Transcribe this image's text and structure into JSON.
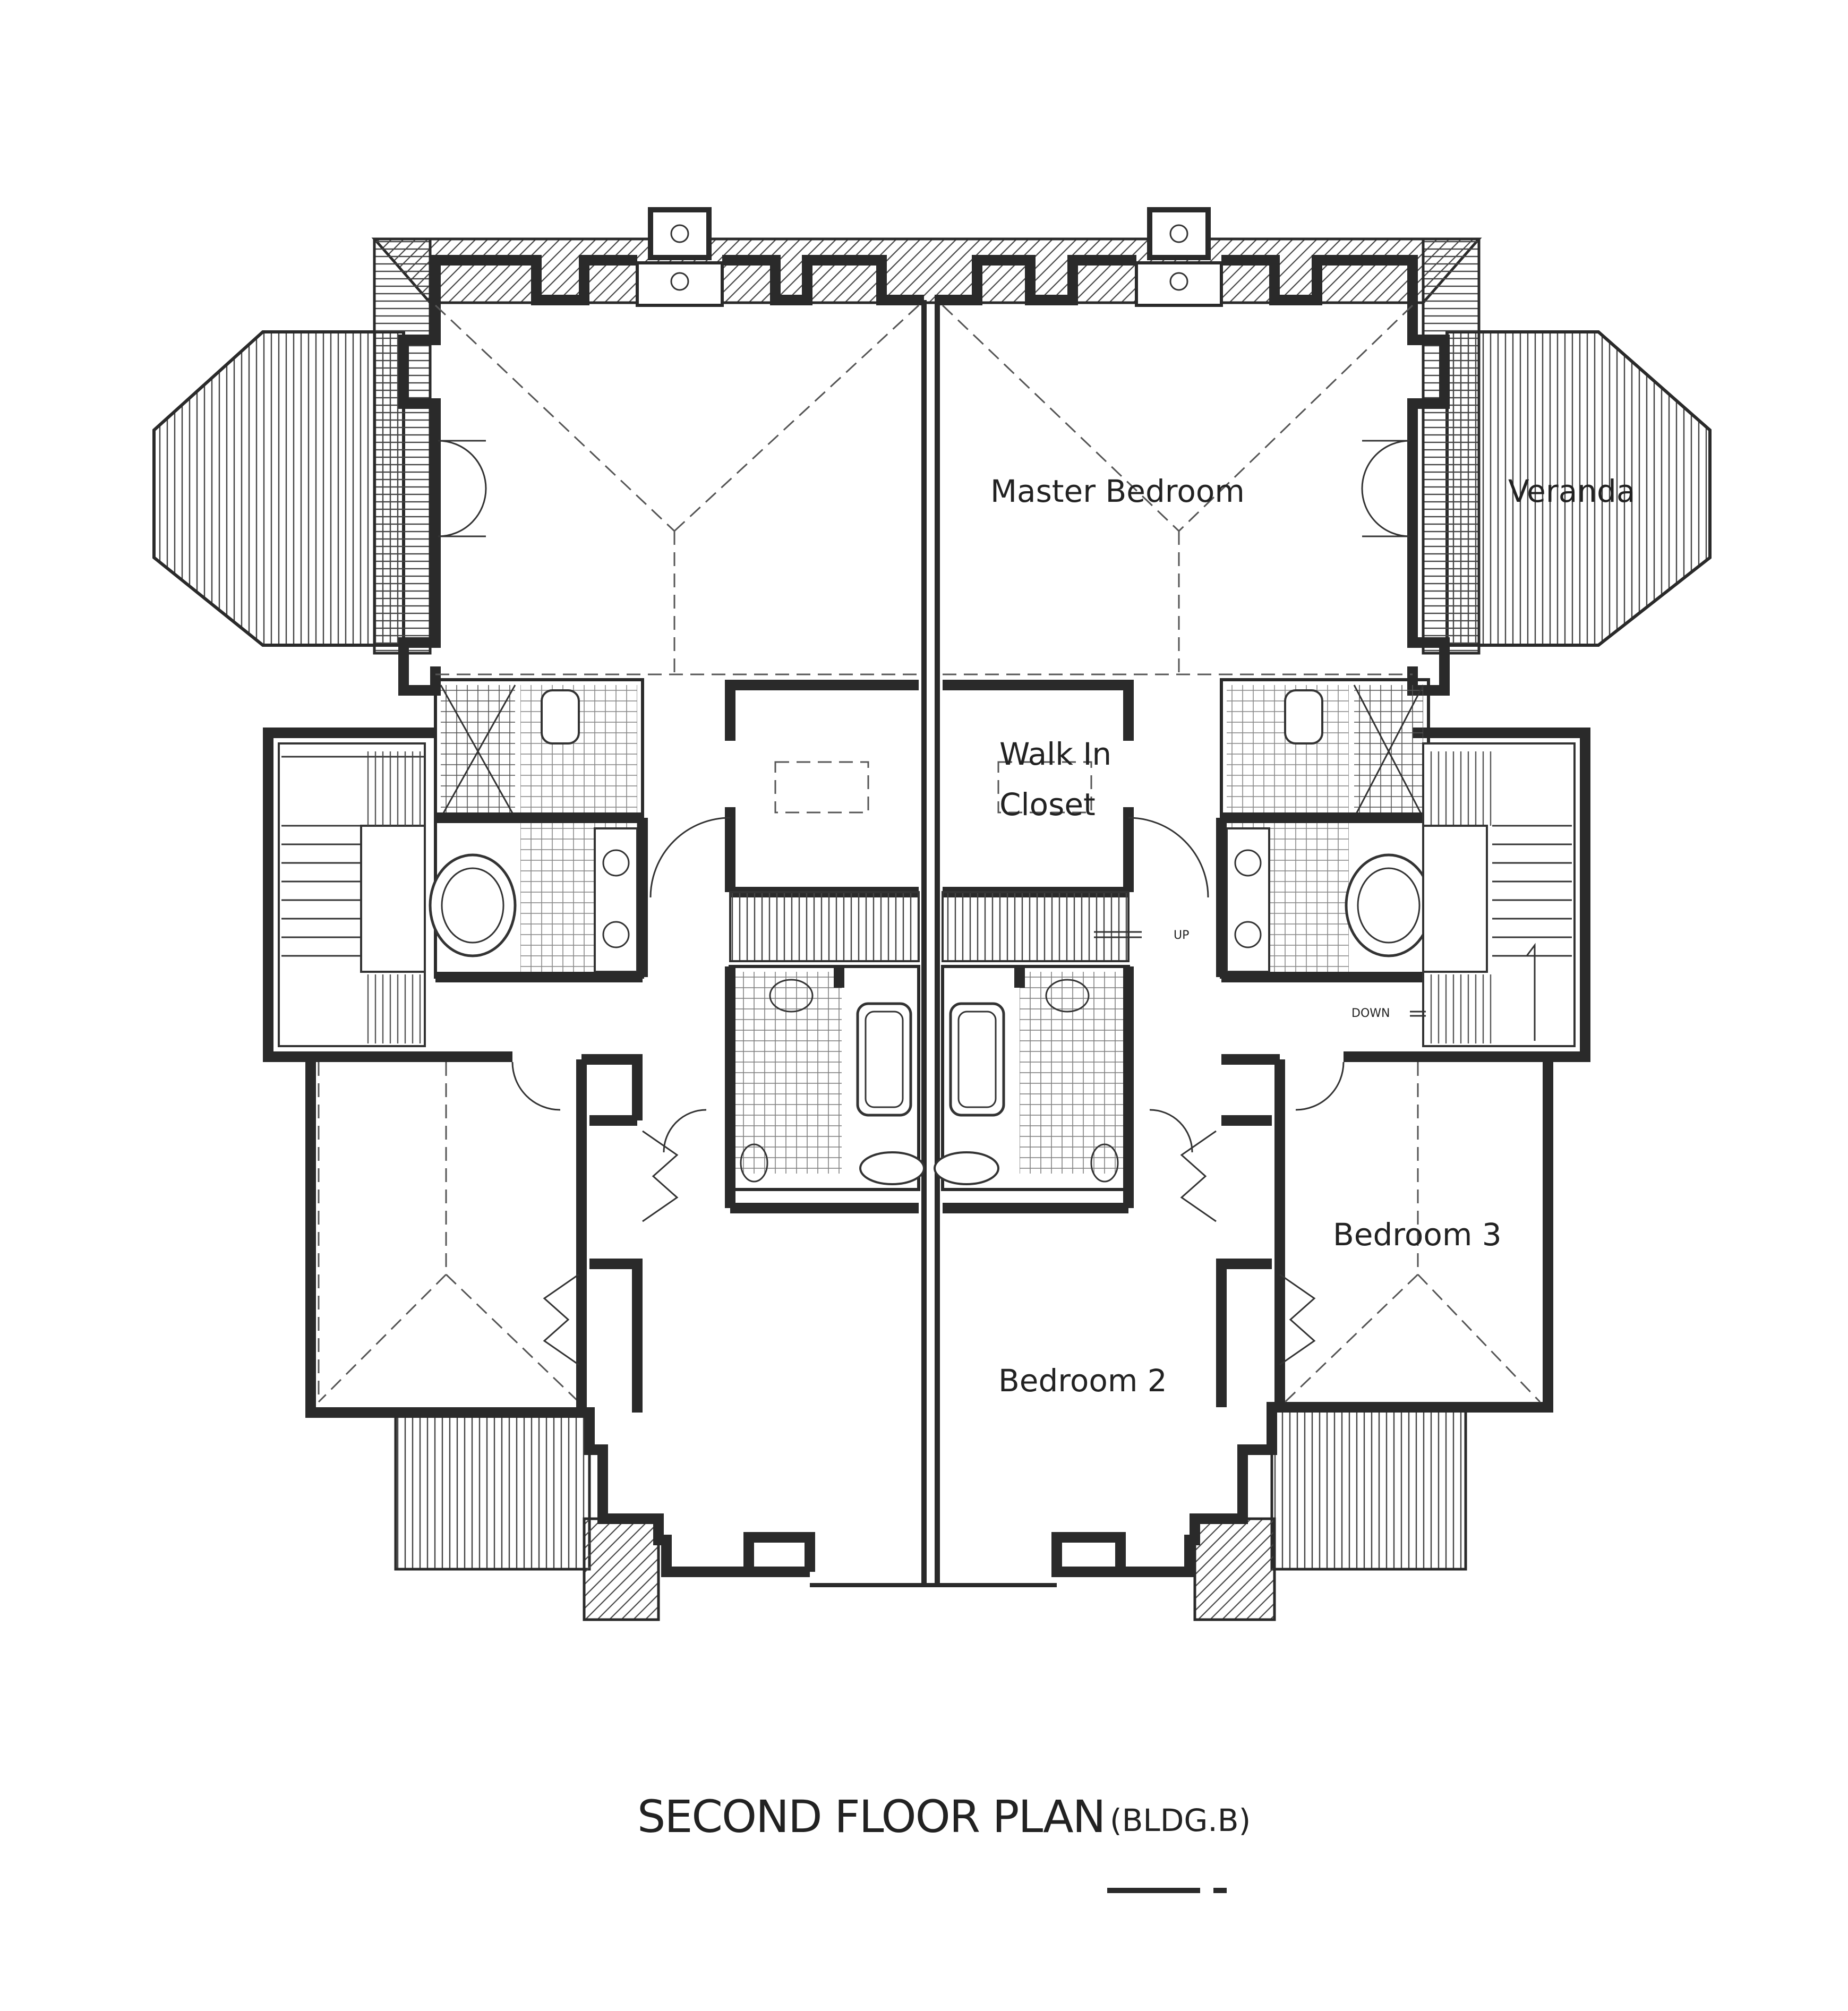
{
  "title": {
    "main": "SECOND FLOOR PLAN",
    "sub": "(BLDG.B)"
  },
  "rooms": {
    "master_bedroom": "Master Bedroom",
    "veranda": "Veranda",
    "walk_in_line1": "Walk In",
    "walk_in_line2": "Closet",
    "bedroom2": "Bedroom 2",
    "bedroom3": "Bedroom 3"
  },
  "stair_labels": {
    "up": "UP",
    "down": "DOWN"
  },
  "colors": {
    "ink": "#2a2a2a",
    "paper": "#ffffff"
  }
}
